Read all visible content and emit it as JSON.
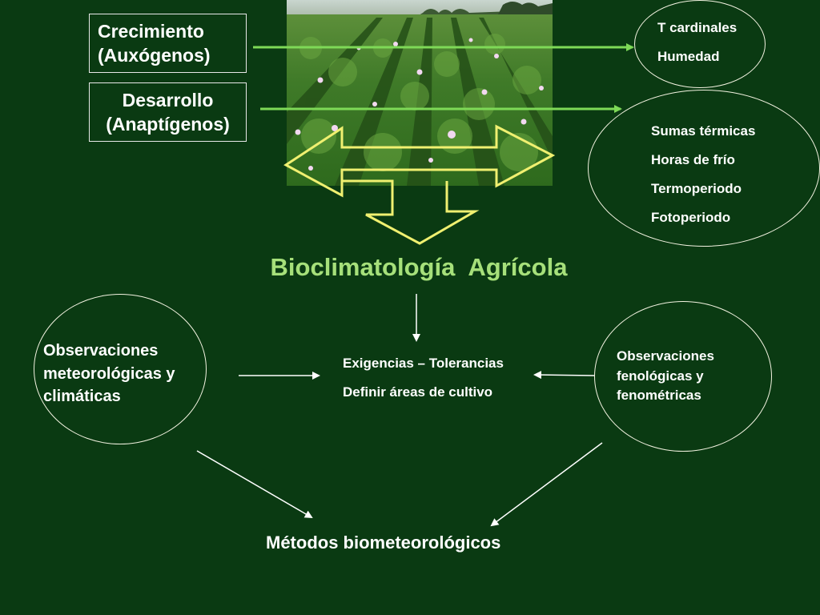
{
  "colors": {
    "background": "#0a3a12",
    "title": "#a6e07a",
    "arrow_light": "#7ed957",
    "arrow_outline": "#f0f070",
    "text": "#ffffff"
  },
  "top_left": {
    "growth_line1": "Crecimiento",
    "growth_line2": "(Auxógenos)",
    "development_line1": "Desarrollo",
    "development_line2": "(Anaptígenos)"
  },
  "top_right": {
    "small_ellipse": [
      "T cardinales",
      "Humedad"
    ],
    "large_ellipse": [
      "Sumas térmicas",
      "Horas de frío",
      "Termoperiodo",
      "Fotoperiodo"
    ]
  },
  "title": "Bioclimatología  Agrícola",
  "left_ellipse": [
    "Observaciones",
    "meteorológicas y",
    "climáticas"
  ],
  "center": [
    "Exigencias – Tolerancias",
    "Definir áreas de cultivo"
  ],
  "right_ellipse": [
    "Observaciones",
    "fenológicas y",
    "fenométricas"
  ],
  "bottom": "Métodos biometeorológicos",
  "photo": {
    "icon": "crop-field-photo"
  }
}
